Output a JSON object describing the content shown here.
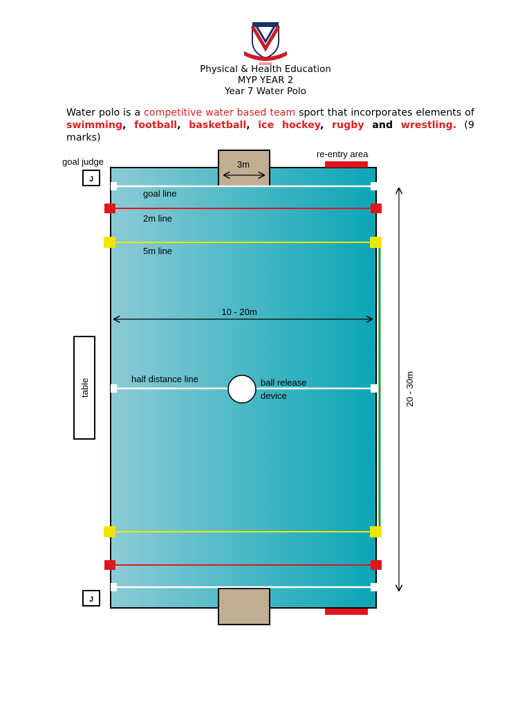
{
  "header": {
    "line1": "Physical & Health Education",
    "line2": "MYP YEAR 2",
    "line3": "Year 7 Water Polo"
  },
  "intro": {
    "p1": "Water polo is a ",
    "highlight": "competitive water based team",
    "p2": " sport that incorporates elements of ",
    "sport1": "swimming",
    "sep1": ", ",
    "sport2": "football",
    "sep2": ", ",
    "sport3": "basketball",
    "sep3": ", ",
    "sport4": "ice hockey",
    "sep4": ", ",
    "sport5": "rugby",
    "and": " and ",
    "sport6": "wrestling.",
    "marks": " (9 marks)"
  },
  "diagram": {
    "labels": {
      "goal_judge": "goal judge",
      "judge_mark": "J",
      "goal_width": "3m",
      "reentry": "re-entry area",
      "goal_line": "goal line",
      "two_m_line": "2m line",
      "five_m_line": "5m line",
      "width": "10 - 20m",
      "half_line": "half distance line",
      "ball_release_1": "ball release",
      "ball_release_2": "device",
      "table": "table",
      "length": "20 - 30m"
    },
    "colors": {
      "pool_light": "#8ccbd6",
      "pool_dark": "#0aa6b6",
      "goal_box": "#bfae92",
      "red_marker": "#e0161e",
      "yellow_marker": "#f2e600",
      "green_line": "#1e9b3c",
      "white_line": "#ffffff"
    }
  }
}
